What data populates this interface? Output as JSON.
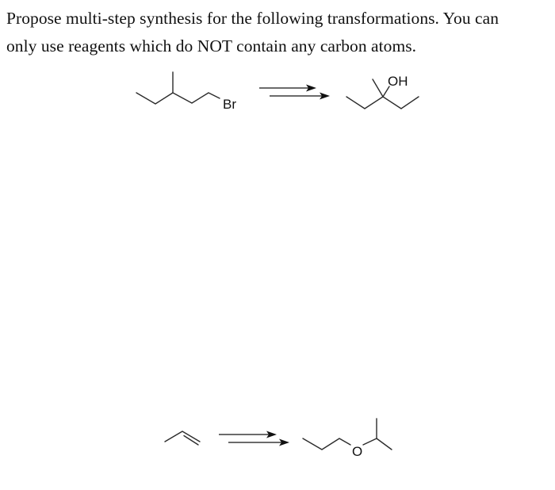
{
  "question": {
    "line1": "Propose multi-step synthesis for the following transformations. You can",
    "line2": "only use reagents which do NOT contain any carbon atoms."
  },
  "reactions": [
    {
      "id": 1,
      "starting_material": {
        "name": "1-bromo-3-methylpentane",
        "atom_labels": [
          "Br"
        ]
      },
      "arrow": "double-line reaction arrow (multi-step)",
      "product": {
        "name": "3-methylpentan-3-ol",
        "atom_labels": [
          "OH"
        ]
      }
    },
    {
      "id": 2,
      "starting_material": {
        "name": "propene",
        "atom_labels": []
      },
      "arrow": "double-line reaction arrow (multi-step)",
      "product": {
        "name": "isopropyl propyl ether",
        "atom_labels": [
          "O"
        ]
      }
    }
  ],
  "labels": {
    "br": "Br",
    "oh": "OH",
    "o": "O"
  },
  "colors": {
    "text": "#111111",
    "bond": "#2b2b2b",
    "background": "#ffffff"
  }
}
